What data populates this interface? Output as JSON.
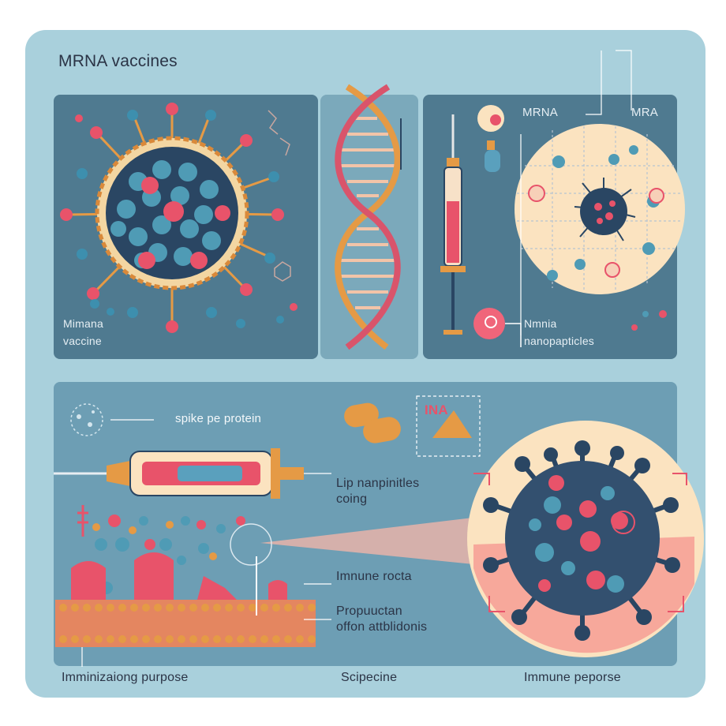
{
  "title": "MRNA vaccines",
  "top_left": {
    "line1": "Mimana",
    "line2": "vaccine"
  },
  "top_right": {
    "mrna_label": "MRNA",
    "mra_label": "MRA",
    "line1": "Nmnia",
    "line2": "nanopapticles"
  },
  "bottom": {
    "spike_label": "spike pe protein",
    "ina_label": "INA",
    "lip_line1": "Lip nanpinitles",
    "lip_line2": "coing",
    "immune_rocta": "Imnune rocta",
    "prop_line1": "Propuuctan",
    "prop_line2": "offon attblidonis",
    "footer_left": "Imminizaiong purpose",
    "footer_mid": "Scipecine",
    "footer_right": "Immune peporse"
  },
  "colors": {
    "background": "#a9d0dc",
    "panel": "#4f7a90",
    "pink": "#e8536a",
    "peach": "#fbe3c0",
    "orange": "#e59a45",
    "navy": "#2a4663",
    "teal": "#4f9bb5"
  }
}
